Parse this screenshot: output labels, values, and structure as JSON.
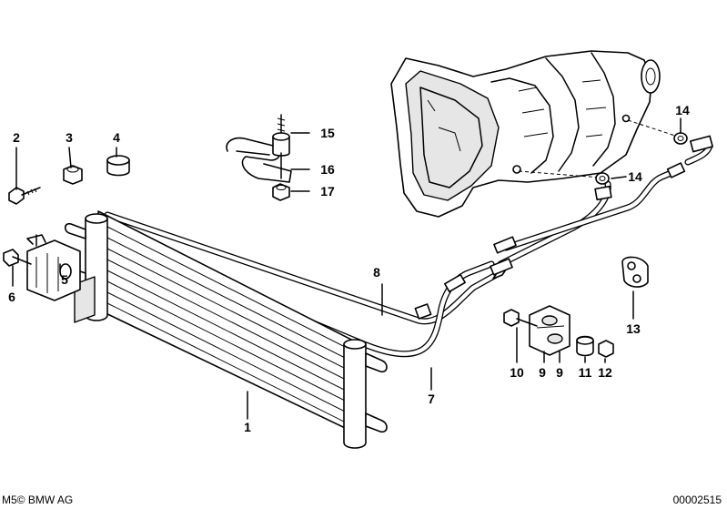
{
  "callouts": [
    "1",
    "2",
    "3",
    "4",
    "5",
    "6",
    "7",
    "8",
    "9",
    "9",
    "10",
    "11",
    "12",
    "13",
    "14",
    "14",
    "15",
    "16",
    "17"
  ],
  "footer": {
    "left": "M5",
    "copyright": "© BMW AG",
    "diagram_number": "00002515"
  }
}
